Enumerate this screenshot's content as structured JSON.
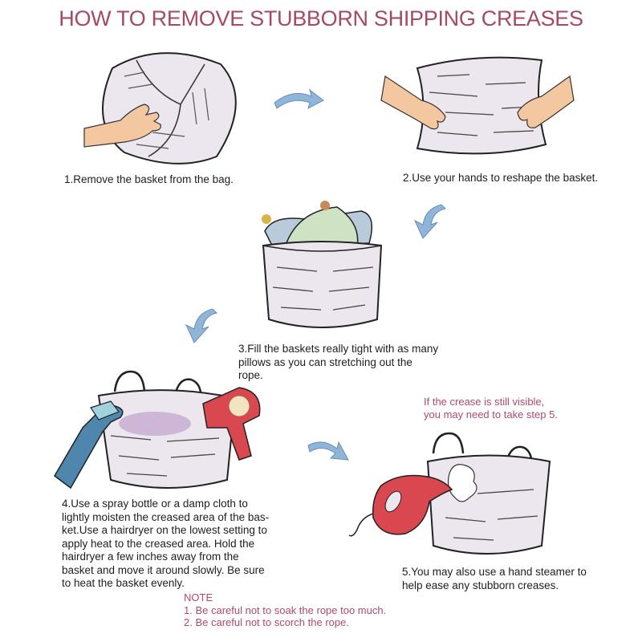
{
  "title": "HOW TO REMOVE STUBBORN SHIPPING CREASES",
  "colors": {
    "title": "#a54a63",
    "note": "#b04a68",
    "caption": "#1e1e1e",
    "basket_fill": "#ebe3ee",
    "arrow": "#8fb5d9",
    "skin": "#f3c7a0",
    "hairdryer": "#d9474f",
    "spray_bottle": "#4e86ad",
    "pillow_green": "#cfe3c4",
    "pillow_blue": "#b9cbdb"
  },
  "steps": [
    {
      "number": 1,
      "text": "1.Remove the basket from the bag.",
      "illustration": "hand-on-wrapped-basket"
    },
    {
      "number": 2,
      "text": "2.Use your hands to reshape the basket.",
      "illustration": "hands-reshaping-basket"
    },
    {
      "number": 3,
      "lines": [
        "3.Fill the baskets really tight with as many",
        "pillows as you can stretching out the",
        "rope."
      ],
      "illustration": "basket-filled-with-pillows"
    },
    {
      "number": 4,
      "lines": [
        "4.Use a spray bottle or a damp cloth to",
        "lightly moisten the creased area of the bas-",
        "ket.Use a hairdryer on the lowest setting to",
        "apply heat to the creased area. Hold the",
        "hairdryer a few inches away from the",
        "basket and move it around slowly. Be sure",
        "to heat the basket evenly."
      ],
      "illustration": "spray-bottle-and-hairdryer"
    },
    {
      "number": 5,
      "lines": [
        "5.You may also use a hand steamer to",
        "help ease any stubborn creases."
      ],
      "illustration": "hand-steamer"
    }
  ],
  "hint": {
    "lines": [
      "If the crease is still visible,",
      "you may need to take step 5."
    ]
  },
  "note": {
    "heading": "NOTE",
    "items": [
      "1. Be careful not to soak the rope too much.",
      "2. Be careful not to scorch the rope."
    ]
  },
  "arrows": [
    "arrow-right-1-to-2",
    "arrow-down-left-2-to-3",
    "arrow-down-left-3-to-4",
    "arrow-right-4-to-5"
  ]
}
